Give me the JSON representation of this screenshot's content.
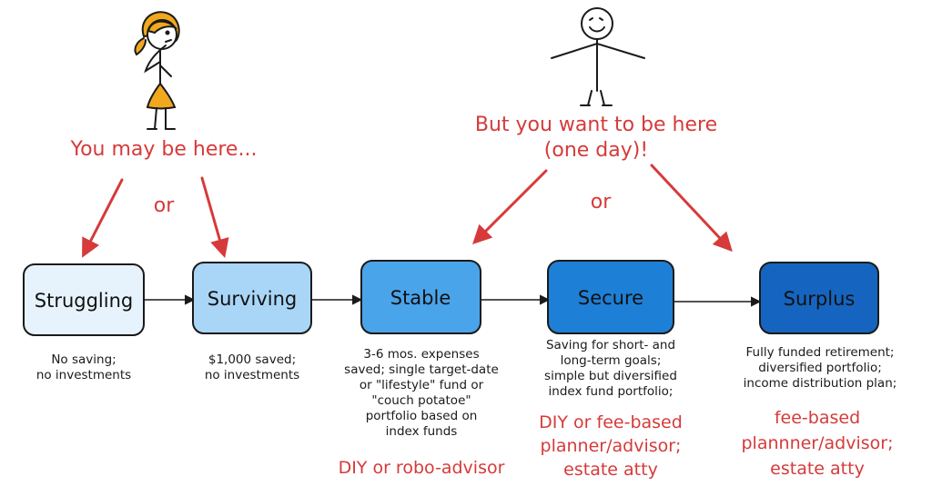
{
  "person_left": {
    "label": "You may be here..."
  },
  "person_right": {
    "label_lines": [
      "But you want to be here",
      "(one day)!"
    ]
  },
  "or_left": "or",
  "or_right": "or",
  "stages": [
    {
      "name": "Struggling",
      "fill": "#e7f3fc",
      "desc": [
        "No saving;",
        "no investments"
      ]
    },
    {
      "name": "Surviving",
      "fill": "#a9d6f7",
      "desc": [
        "$1,000 saved;",
        "no investments"
      ]
    },
    {
      "name": "Stable",
      "fill": "#4aa4ea",
      "desc": [
        "3-6 mos. expenses",
        "saved; single target-date",
        "or \"lifestyle\" fund or",
        "\"couch potatoe\"",
        "portfolio based on",
        "index funds"
      ]
    },
    {
      "name": "Secure",
      "fill": "#1e7fd6",
      "desc": [
        "Saving for short- and",
        "long-term goals;",
        "simple but diversified",
        "index fund portfolio;"
      ]
    },
    {
      "name": "Surplus",
      "fill": "#1565c0",
      "desc": [
        "Fully funded retirement;",
        "diversified portfolio;",
        "income distribution plan;"
      ]
    }
  ],
  "advice": {
    "stable": [
      "DIY or robo-advisor"
    ],
    "secure": [
      "DIY or fee-based",
      "planner/advisor;",
      "estate atty"
    ],
    "surplus": [
      "fee-based",
      "plannner/advisor;",
      "estate atty"
    ]
  },
  "colors": {
    "accent_red": "#d63a3a",
    "stroke": "#1a1a1a",
    "figure_yellow": "#f2a81d"
  }
}
